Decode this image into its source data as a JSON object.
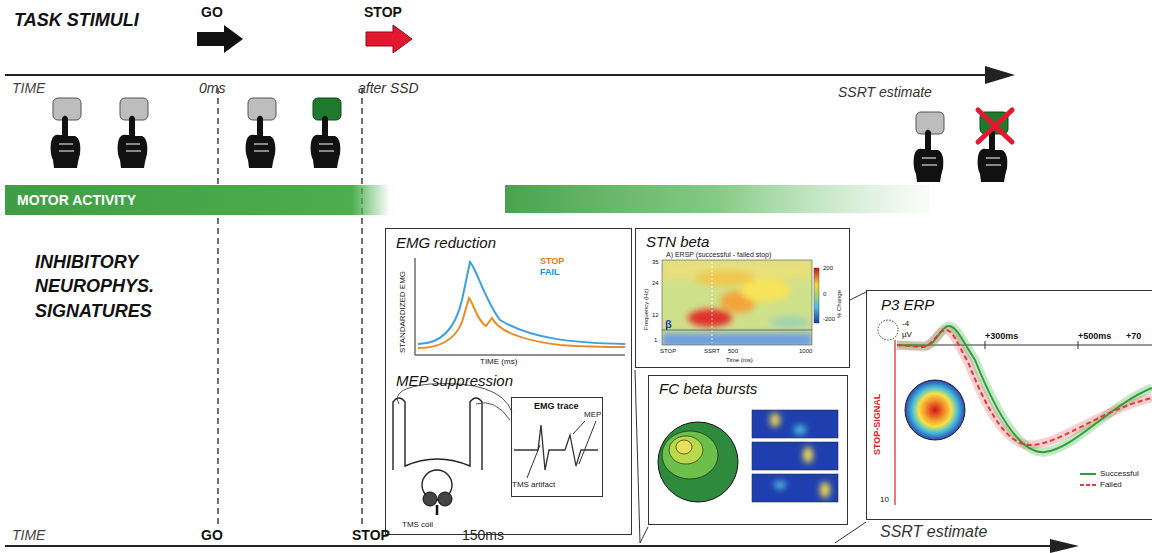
{
  "diagram": {
    "nodes": [
      {
        "text": [
          "MOTOR ACTIVITY"
        ]
      },
      {
        "text": [
          "EMG reduction",
          "MEP suppression"
        ]
      },
      {
        "text": [
          "EMG trace"
        ],
        "in": 1
      },
      {
        "text": [
          "STN beta"
        ]
      },
      {
        "text": [
          "FC beta bursts"
        ]
      },
      {
        "text": [
          "P3 ERP"
        ]
      }
    ],
    "labels": [
      "TASK STIMULI",
      "GO",
      "STOP",
      "TIME",
      "0ms",
      "after SSD",
      "SSRT estimate",
      "INHIBITORY NEUROPHYS. SIGNATURES",
      "STANDARDIZED EMG",
      "TIME (ms)",
      "MEP",
      "TMS artifact",
      "TMS coil",
      "A) ERSP (successful - failed stop)",
      "Frequency (Hz)",
      "35",
      "24",
      "12",
      "1",
      "β",
      "STOP",
      "SSRT",
      "500",
      "Time (ms)",
      "1000",
      "200",
      "0",
      "-200",
      "% Change",
      "-4",
      "µV",
      "+300ms",
      "+500ms",
      "+70",
      "STOP-SIGNAL",
      "10",
      "TIME",
      "GO",
      "STOP",
      "150ms",
      "SSRT estimate"
    ],
    "legend": [
      {
        "text": "STOP"
      },
      {
        "text": "FAIL"
      },
      {
        "text": "Successful"
      },
      {
        "text": "Failed"
      }
    ]
  }
}
